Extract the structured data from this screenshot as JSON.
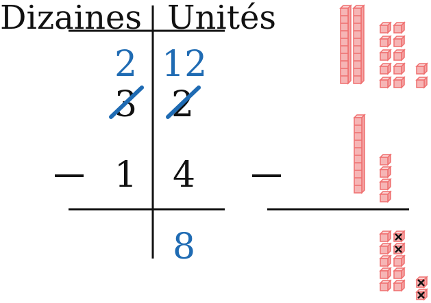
{
  "headers": {
    "tens": "Dizaines",
    "units": "Unités"
  },
  "subtraction": {
    "borrow_tens": "2",
    "borrow_units": "12",
    "top_tens": "3",
    "top_units": "2",
    "bottom_tens": "1",
    "bottom_units": "4",
    "result_units": "8"
  },
  "blocks": {
    "top_rods": 2,
    "top_unit_columns": [
      5,
      5,
      2
    ],
    "middle_rods": 1,
    "middle_units": 4,
    "result_units": 12,
    "crossed_out_units": 4
  },
  "colors": {
    "ink": "#111111",
    "blue": "#1f6bb3",
    "block_fill": "#f6b5b5",
    "block_edge": "#ef6f6f"
  }
}
